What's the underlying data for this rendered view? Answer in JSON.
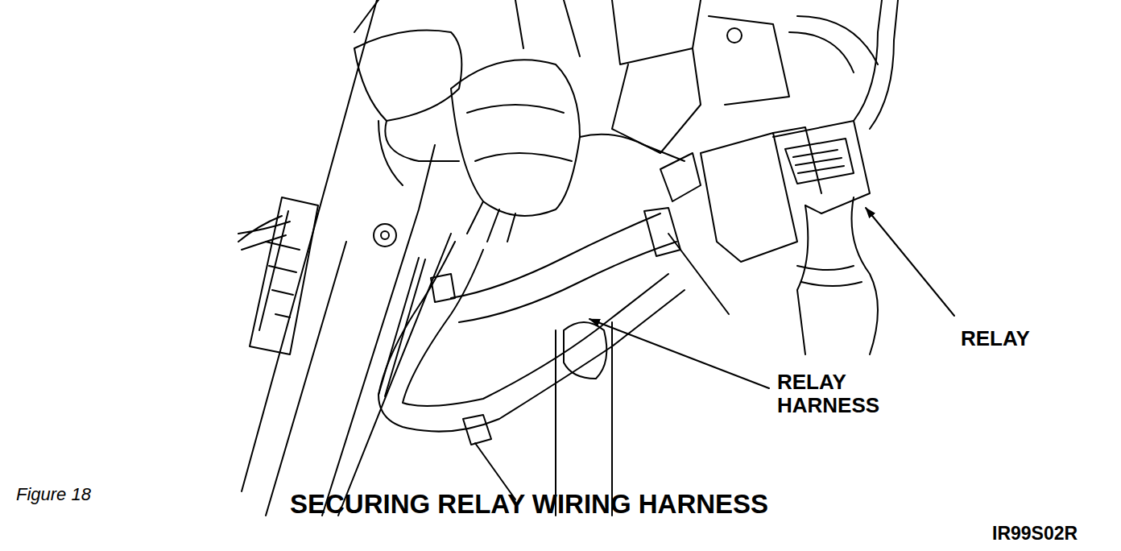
{
  "diagram": {
    "caption": "SECURING RELAY WIRING HARNESS",
    "labels": [
      "RELAY",
      "RELAY HARNESS",
      "Figure 18",
      "IR99S02R"
    ]
  }
}
